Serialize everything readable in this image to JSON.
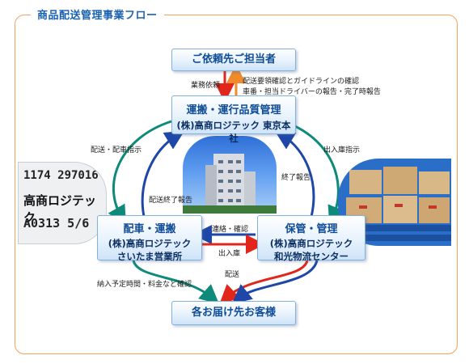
{
  "page": {
    "title": "商品配送管理事業フロー"
  },
  "nodes": {
    "client": {
      "l1": "ご依頼先ご担当者"
    },
    "hq": {
      "l1": "運搬・運行品質管理",
      "l2": "(株)高商ロジテック 東京本社"
    },
    "dispatch": {
      "l1": "配車・運搬",
      "l2a": "(株)高商ロジテック",
      "l2b": "さいたま営業所"
    },
    "storage": {
      "l1": "保管・管理",
      "l2a": "(株)高商ロジテック",
      "l2b": "和光物流センター"
    },
    "customer": {
      "l1": "各お届け先お客様"
    }
  },
  "labels": {
    "business_request": "業務依頼",
    "hq_report_1": "配送要領確認とガイドラインの確認",
    "hq_report_2": "車番・担当ドライバーの報告・完了時報告",
    "delivery_dispatch": "配送・配車指示",
    "inout_instruction": "出入庫指示",
    "completion_report_right": "終了報告",
    "delivery_completion_report": "配送終了報告",
    "contact_confirm": "連絡・確認",
    "inout": "出入庫",
    "delivery": "配送",
    "schedule_confirm": "納入予定時間・料金など確認"
  },
  "photos": {
    "truck_sign": {
      "line1": "1174 297016",
      "line2": "高商ロジテック",
      "line3": "A0313 5/6"
    }
  },
  "colors": {
    "title": "#1a62b0",
    "frame": "#f3a25a",
    "red": "#e2261b",
    "blue": "#1e47a8",
    "teal": "#0e8a7a",
    "orange": "#f08a2a"
  }
}
